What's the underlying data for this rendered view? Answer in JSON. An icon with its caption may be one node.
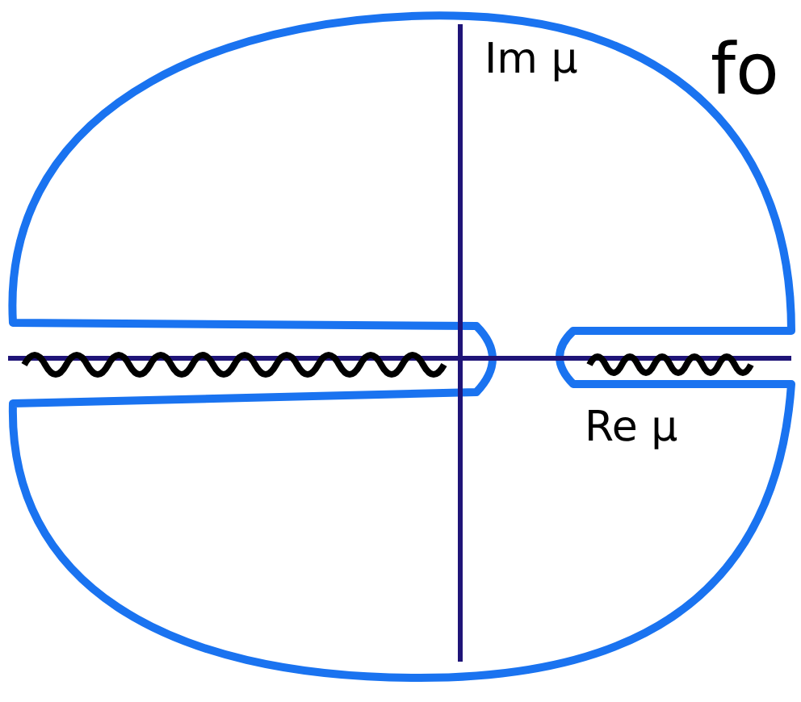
{
  "diagram": {
    "labels": [
      "Im μ",
      "Re μ",
      "fo"
    ]
  }
}
